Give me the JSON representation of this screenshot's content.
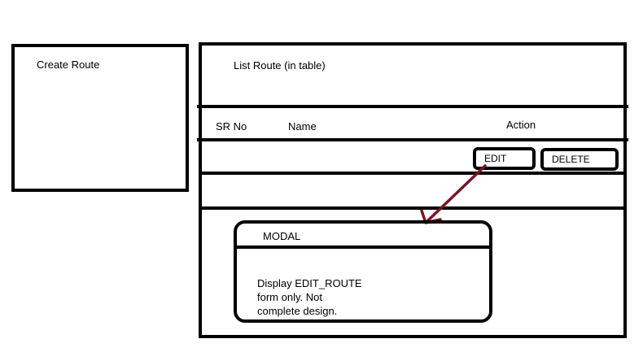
{
  "create_panel": {
    "title": "Create Route"
  },
  "list_panel": {
    "title": "List Route (in table)",
    "columns": {
      "sr_no": "SR No",
      "name": "Name",
      "action": "Action"
    },
    "row_actions": {
      "edit": "EDIT",
      "delete": "DELETE"
    }
  },
  "modal": {
    "title": "MODAL",
    "body_lines": [
      "Display EDIT_ROUTE",
      "form only. Not",
      "complete design."
    ]
  },
  "colors": {
    "arrow": "#7b1424",
    "ink": "#000000"
  }
}
